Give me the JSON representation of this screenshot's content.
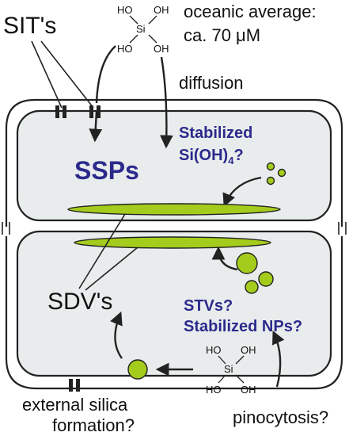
{
  "labels": {
    "sits": "SIT's",
    "oceanic_line1": "oceanic average:",
    "oceanic_line2": "ca. 70 μM",
    "diffusion": "diffusion",
    "stabilized_line1": "Stabilized",
    "stabilized_si": "Si(OH)",
    "stabilized_sub": "4",
    "stabilized_q": "?",
    "ssps": "SSPs",
    "sdvs": "SDV's",
    "stvs": "STVs?",
    "stabilized_nps": "Stabilized NPs?",
    "external_line1": "external silica",
    "external_line2": "formation?",
    "pinocytosis": "pinocytosis?"
  },
  "molecule": {
    "center": "Si",
    "ho_left_top": "HO",
    "oh_right_top": "OH",
    "ho_left_bottom": "HO",
    "oh_right_bottom": "OH"
  },
  "colors": {
    "particle": "#a4cc1c",
    "cell_fill": "#e9ecec",
    "accent_text": "#2b2a8c",
    "stroke": "#222222"
  }
}
